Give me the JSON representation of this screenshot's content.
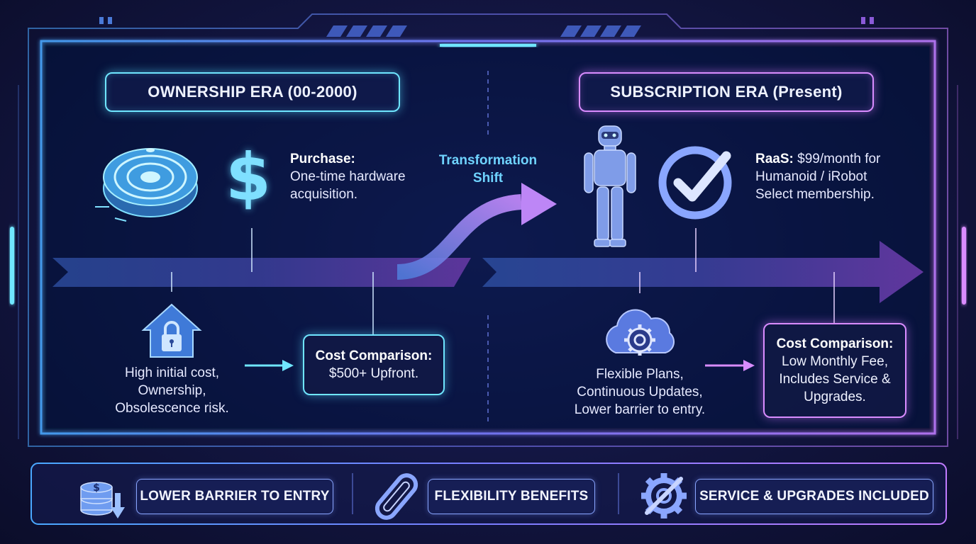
{
  "ownership": {
    "era_title": "OWNERSHIP ERA (00-2000)",
    "purchase_title": "Purchase:",
    "purchase_text_1": "One-time hardware",
    "purchase_text_2": "acquisition.",
    "risk_line_1": "High initial cost,",
    "risk_line_2": "Ownership,",
    "risk_line_3": "Obsolescence risk.",
    "cost_title": "Cost Comparison:",
    "cost_text": "$500+ Upfront."
  },
  "shift": {
    "line_1": "Transformation",
    "line_2": "Shift"
  },
  "subscription": {
    "era_title": "SUBSCRIPTION ERA (Present)",
    "raas_title": "RaaS:",
    "raas_text_1": "$99/month for",
    "raas_text_2": "Humanoid / iRobot",
    "raas_text_3": "Select membership.",
    "plans_line_1": "Flexible Plans,",
    "plans_line_2": "Continuous Updates,",
    "plans_line_3": "Lower barrier to entry.",
    "cost_title": "Cost Comparison:",
    "cost_text_1": "Low Monthly Fee,",
    "cost_text_2": "Includes Service &",
    "cost_text_3": "Upgrades."
  },
  "benefits": [
    {
      "label": "LOWER BARRIER TO ENTRY",
      "icon": "coins-down-icon"
    },
    {
      "label": "FLEXIBILITY BENEFITS",
      "icon": "flex-band-icon"
    },
    {
      "label": "SERVICE & UPGRADES INCLUDED",
      "icon": "gear-wrench-icon"
    }
  ],
  "icons": {
    "vacuum": "robot-vacuum-icon",
    "dollar": "dollar-icon",
    "house": "house-lock-icon",
    "robot": "humanoid-robot-icon",
    "check": "checkmark-icon",
    "cloud": "cloud-gear-icon"
  },
  "colors": {
    "cyan": "#6fe6ff",
    "purple": "#d98cff",
    "background": "#121540"
  }
}
